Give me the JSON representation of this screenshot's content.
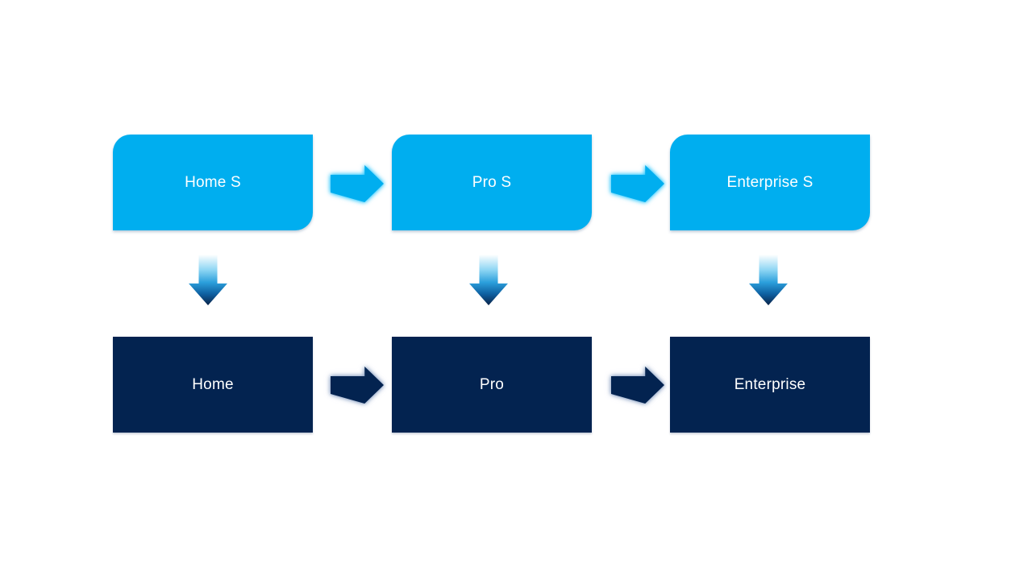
{
  "slide": {
    "description": "Two-row upgrade flow diagram"
  },
  "palette": {
    "slide_bg": "#FFFFFF",
    "top_box_fill": "#00AEEF",
    "bottom_box_fill": "#032350",
    "label_color": "#FFFFFF",
    "light_arrow_fill": "#00AEEF",
    "dark_arrow_fill": "#032350",
    "down_arrow_gradient_css": "linear-gradient(180deg, #FFFFFF 0%, #8FD6F4 30%, #2B9FDB 55%, #0E5FA0 78%, #0A2348 100%)"
  },
  "columns": [
    {
      "top": {
        "label": "Home S"
      },
      "bottom": {
        "label": "Home"
      }
    },
    {
      "top": {
        "label": "Pro S"
      },
      "bottom": {
        "label": "Pro"
      }
    },
    {
      "top": {
        "label": "Enterprise S"
      },
      "bottom": {
        "label": "Enterprise"
      }
    }
  ]
}
